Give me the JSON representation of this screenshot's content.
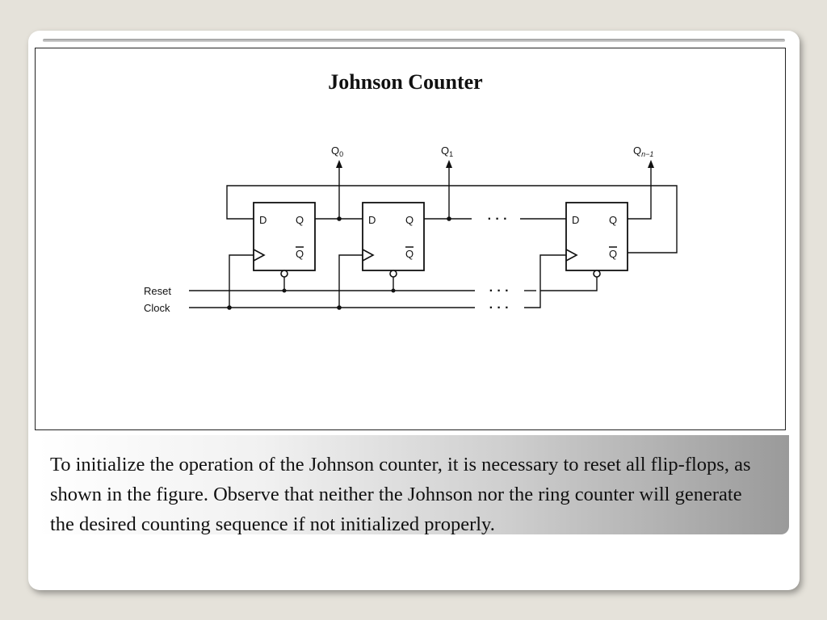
{
  "figure": {
    "title": "Johnson Counter",
    "outputs": {
      "q0": {
        "base": "Q",
        "sub": "0"
      },
      "q1": {
        "base": "Q",
        "sub": "1"
      },
      "qn1": {
        "base": "Q",
        "sub": "n−1"
      }
    },
    "pins": {
      "d": "D",
      "q": "Q",
      "qbar": "Q"
    },
    "inputs": {
      "reset": "Reset",
      "clock": "Clock"
    },
    "ellipsis": "· · ·"
  },
  "caption": "To initialize the operation of the Johnson counter, it is necessary to reset all flip-flops, as shown in the figure. Observe that neither the Johnson nor the ring counter will generate the desired counting sequence if not initialized properly.",
  "colors": {
    "background": "#e5e2da",
    "slide": "#ffffff",
    "band_dark": "#9a9a9a"
  }
}
